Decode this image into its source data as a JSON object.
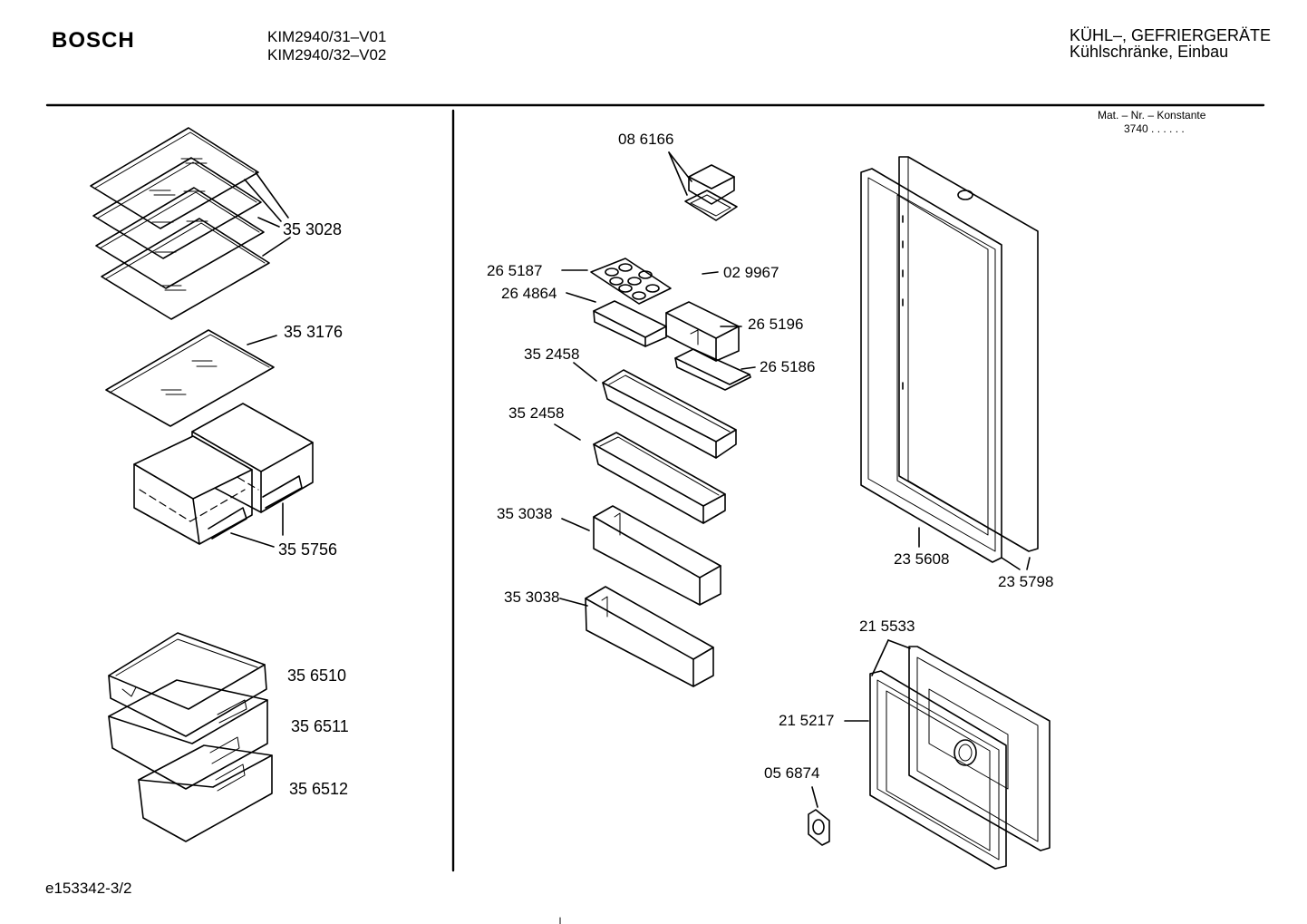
{
  "header": {
    "brand": "BOSCH",
    "models": [
      "KIM2940/31–V01",
      "KIM2940/32–V02"
    ],
    "category": [
      "KÜHL–, GEFRIERGERÄTE",
      "Kühlschränke, Einbau"
    ]
  },
  "constant": {
    "label": "Mat. – Nr. – Konstante",
    "value": "3740  .  .  .  .  .  ."
  },
  "parts": {
    "p353028": "35 3028",
    "p353176": "35 3176",
    "p355756": "35 5756",
    "p356510": "35 6510",
    "p356511": "35 6511",
    "p356512": "35 6512",
    "p086166": "08 6166",
    "p265187": "26 5187",
    "p029967": "02 9967",
    "p264864": "26 4864",
    "p265196": "26 5196",
    "p265186": "26 5186",
    "p352458a": "35 2458",
    "p352458b": "35 2458",
    "p353038a": "35 3038",
    "p353038b": "35 3038",
    "p235608": "23 5608",
    "p235798": "23 5798",
    "p215533": "21 5533",
    "p215217": "21 5217",
    "p056874": "05 6874"
  },
  "footer": {
    "code": "e153342-3/2"
  }
}
